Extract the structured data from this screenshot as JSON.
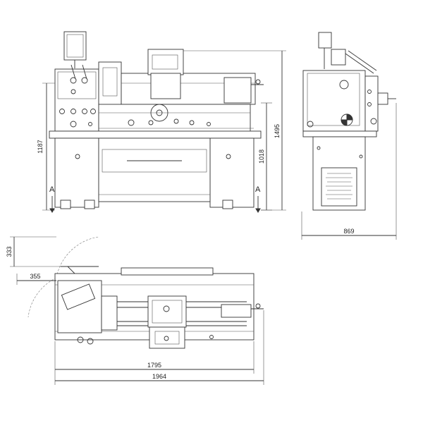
{
  "dimensions": {
    "front_height_total": "1187",
    "front_height_center": "1018",
    "side_height_total": "1495",
    "side_width": "869",
    "top_door_depth": "333",
    "top_door_width": "355",
    "top_length_inner": "1795",
    "top_length_total": "1964"
  },
  "section_marks": {
    "left": "A",
    "right": "A"
  }
}
